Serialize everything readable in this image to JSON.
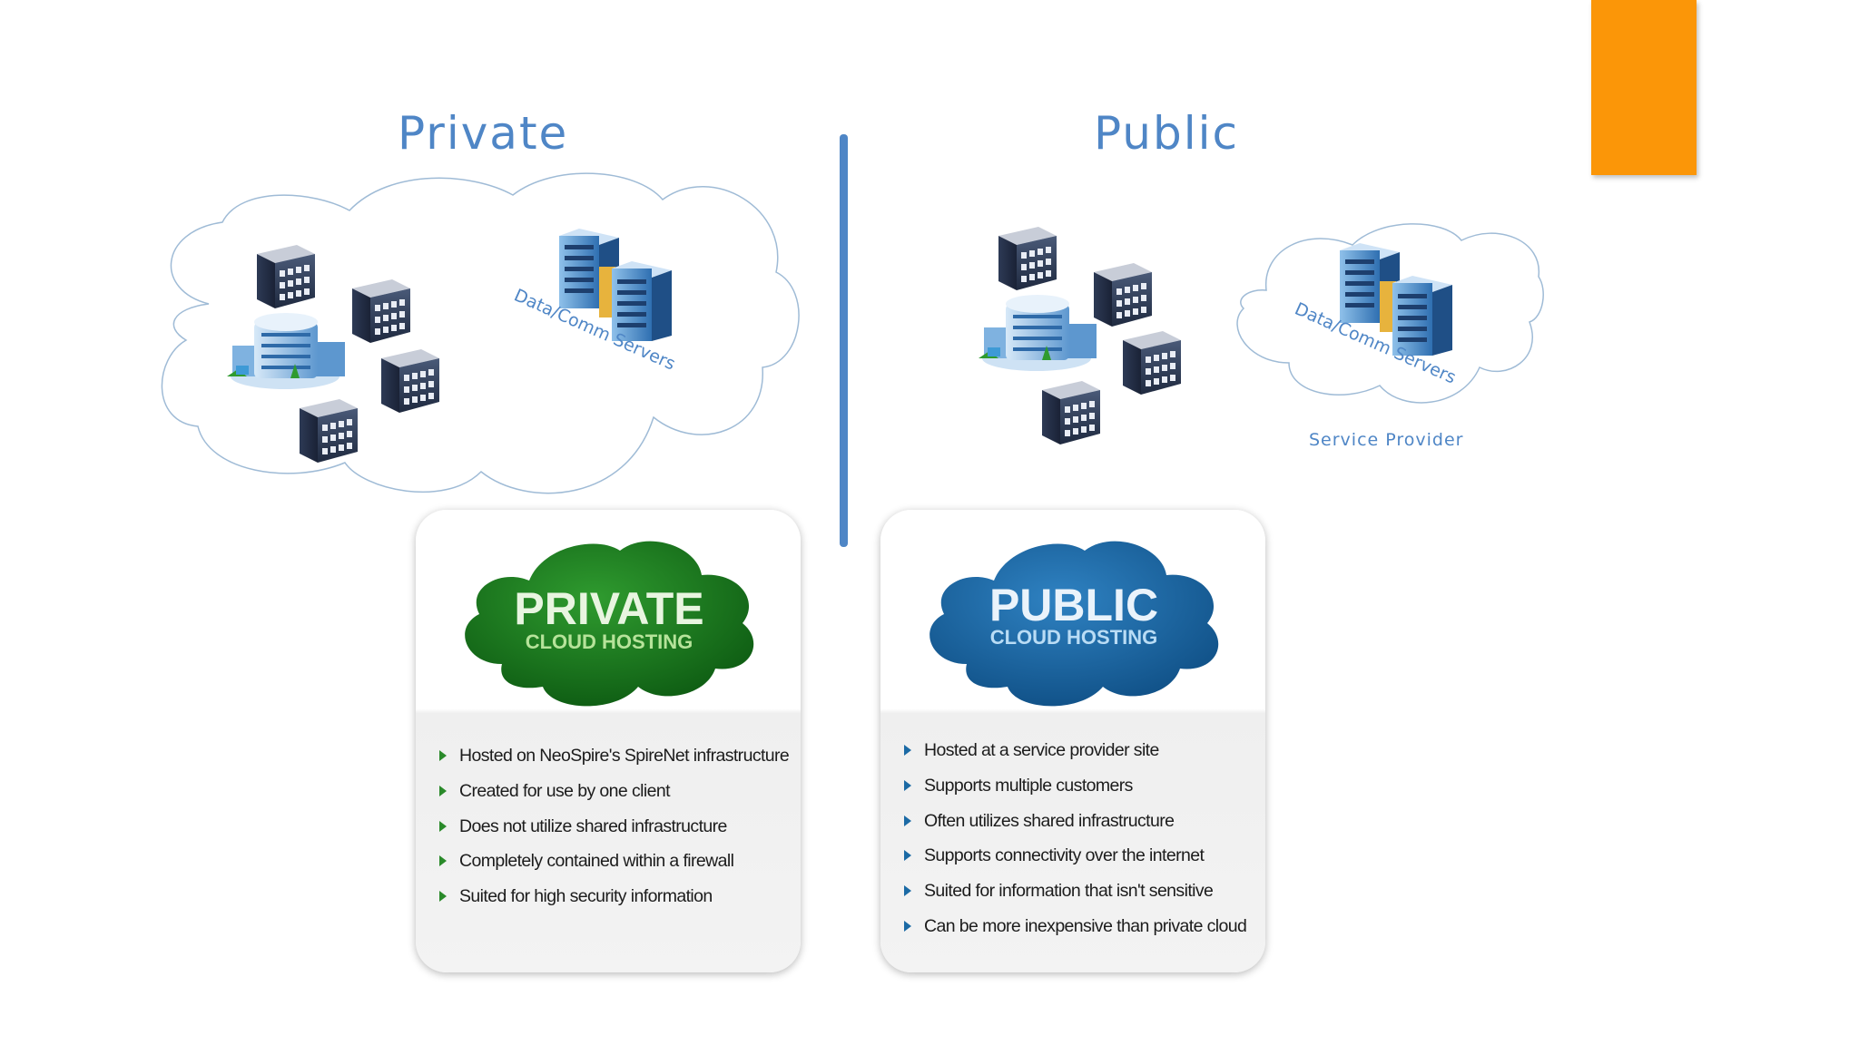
{
  "headings": {
    "private": "Private",
    "public": "Public"
  },
  "labels": {
    "private_servers": "Data/Comm Servers",
    "public_servers": "Data/Comm Servers",
    "service_provider": "Service Provider"
  },
  "private_card": {
    "badge_title": "PRIVATE",
    "badge_subtitle": "CLOUD HOSTING",
    "bullets": [
      "Hosted on NeoSpire's SpireNet infrastructure",
      "Created for use by one client",
      "Does not utilize shared infrastructure",
      "Completely contained within a firewall",
      "Suited for high security information"
    ]
  },
  "public_card": {
    "badge_title": "PUBLIC",
    "badge_subtitle": "CLOUD HOSTING",
    "bullets": [
      "Hosted at a service provider site",
      "Supports multiple customers",
      "Often utilizes shared infrastructure",
      "Supports connectivity over the internet",
      "Suited for information that isn't sensitive",
      "Can be more inexpensive than private cloud"
    ]
  },
  "colors": {
    "heading": "#4f86c6",
    "accent": "#fb9608",
    "private_badge": "#1f7a1f",
    "public_badge": "#1b6aa5"
  },
  "icons": [
    "office-building-icon",
    "server-rack-icon",
    "headquarters-icon",
    "cloud-icon"
  ]
}
